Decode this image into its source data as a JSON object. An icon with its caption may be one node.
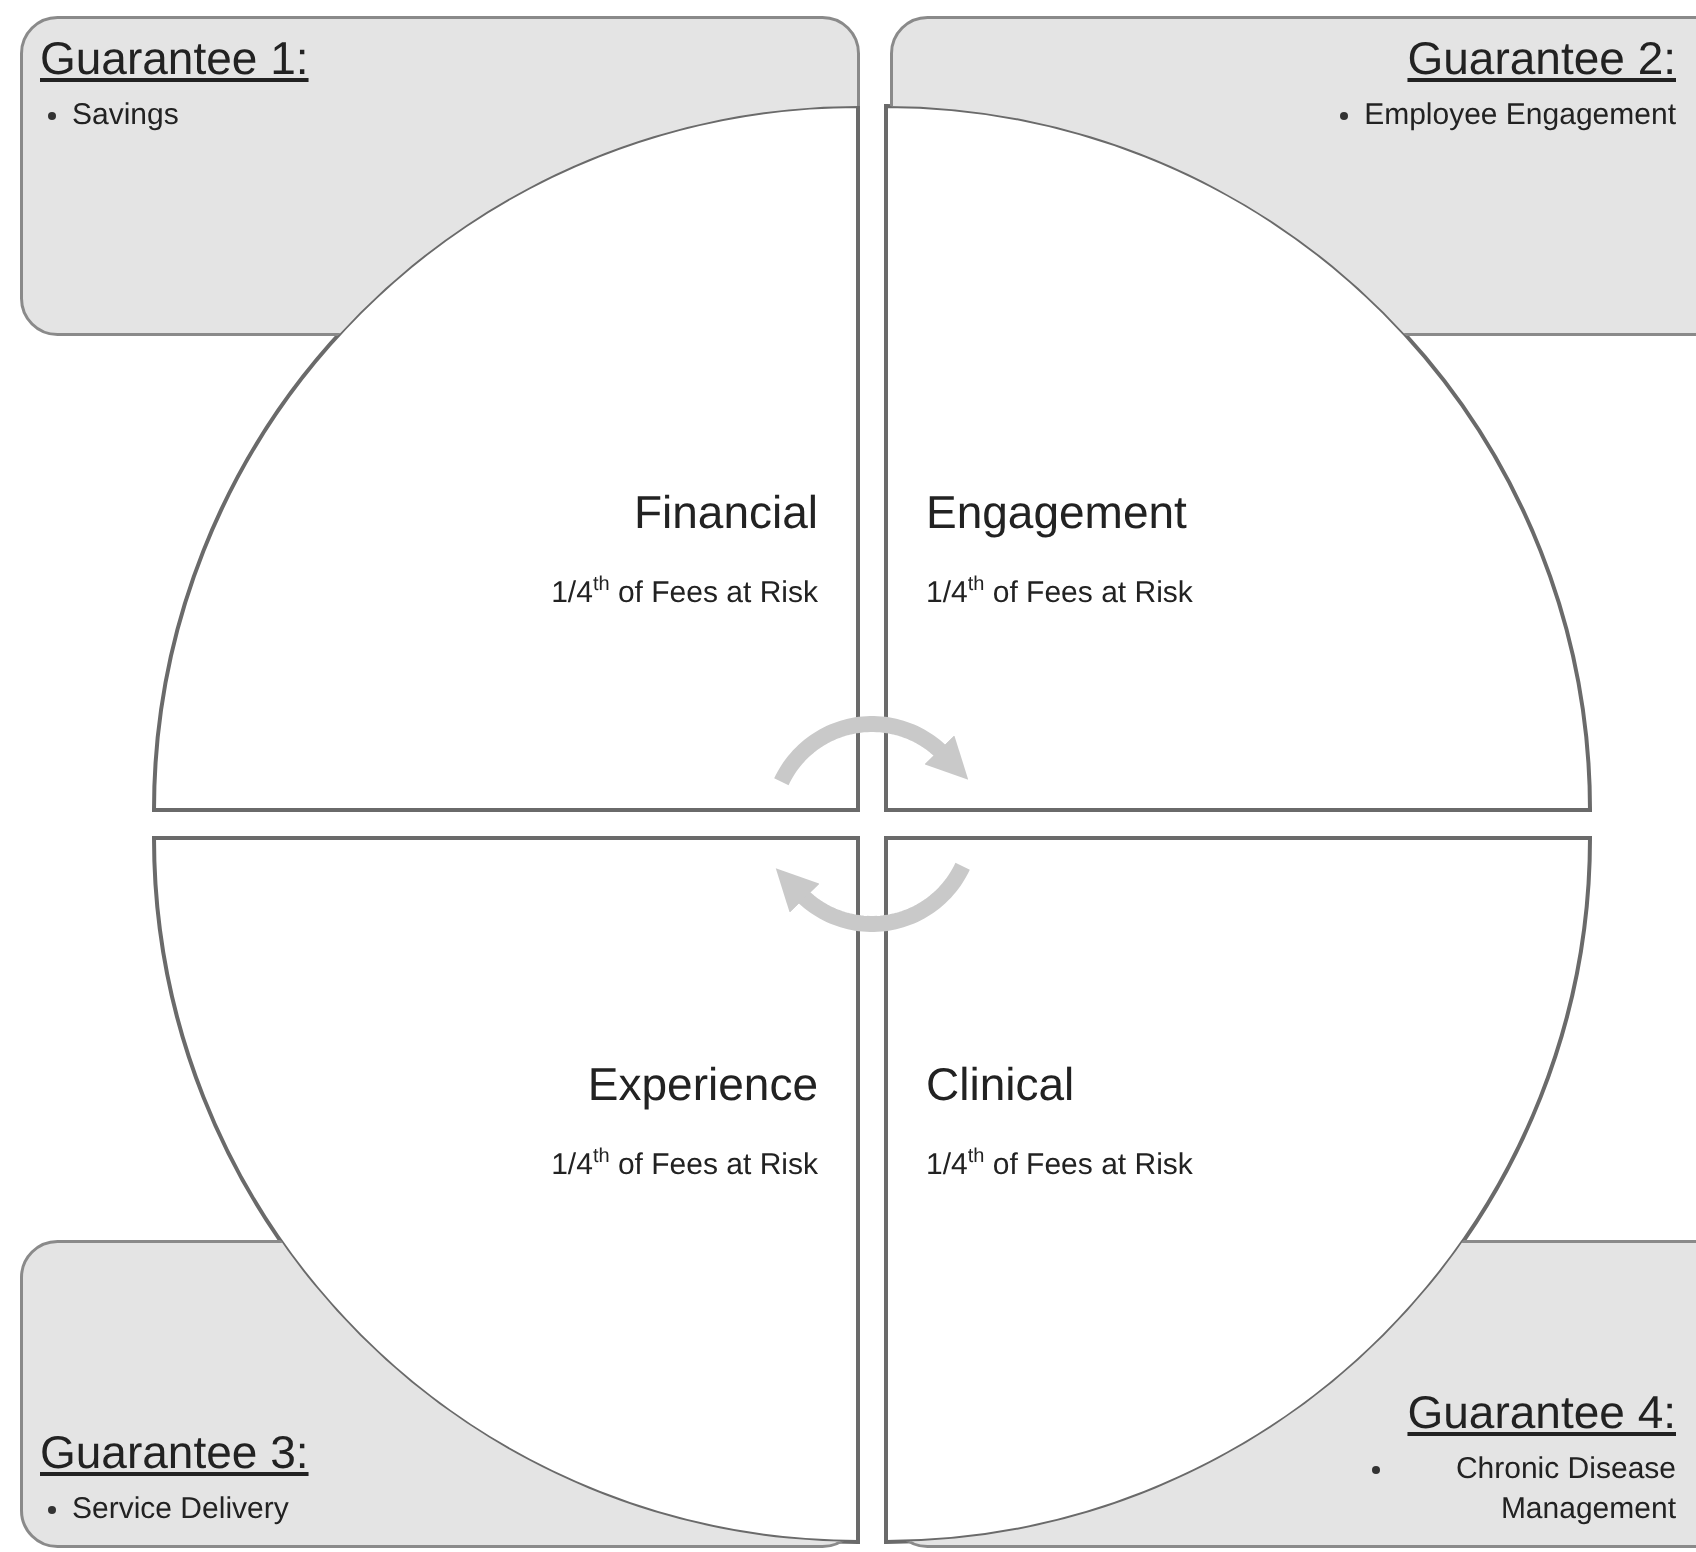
{
  "diagram": {
    "nodes": [
      {
        "text": [
          "Guarantee 1:",
          "Savings"
        ]
      },
      {
        "text": [
          "Guarantee 2:",
          "Employee Engagement"
        ]
      },
      {
        "text": [
          "Financial",
          "1/4$^{th}$ of Fees at Risk"
        ]
      },
      {
        "text": [
          "Engagement",
          "1/4$^{th}$ of Fees at Risk"
        ]
      },
      {
        "text": [
          "Experience",
          "1/4$^{th}$ of Fees at Risk"
        ]
      },
      {
        "text": [
          "Clinical",
          "1/4$^{th}$ of Fees at Risk"
        ]
      },
      {
        "text": [
          "Guarantee 3:",
          "Service Delivery"
        ]
      },
      {
        "text": [
          "Guarantee 4:",
          "Chronic Disease Management"
        ]
      }
    ],
    "edges": [
      {
        "from": 2,
        "to": 3,
        "arrow": "to"
      },
      {
        "from": 5,
        "to": 4,
        "arrow": "to"
      }
    ]
  }
}
